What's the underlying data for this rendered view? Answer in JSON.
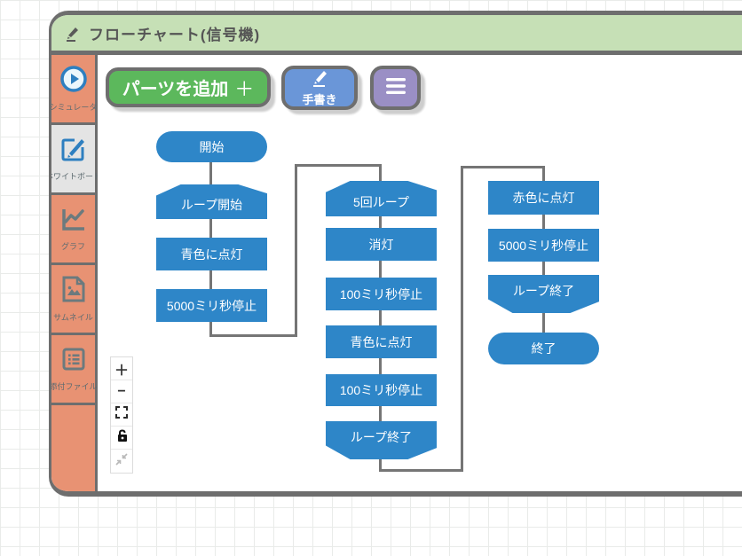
{
  "window": {
    "title": "フローチャート(信号機)",
    "title_edit_icon": "pencil-edit-icon"
  },
  "sidebar": {
    "items": [
      {
        "label": "シミュレータ",
        "icon": "play-circle-icon",
        "active": false
      },
      {
        "label": "ホワイトボード",
        "icon": "whiteboard-edit-icon",
        "active": true
      },
      {
        "label": "グラフ",
        "icon": "line-chart-icon",
        "active": false
      },
      {
        "label": "サムネイル",
        "icon": "thumbnail-image-icon",
        "active": false
      },
      {
        "label": "添付ファイル",
        "icon": "attachment-list-icon",
        "active": false
      }
    ]
  },
  "toolbar": {
    "add_parts": {
      "label": "パーツを追加",
      "plus": "＋"
    },
    "handwriting": {
      "label": "手書き",
      "icon": "pencil-icon"
    },
    "menu": {
      "icon": "hamburger-menu-icon"
    }
  },
  "zoom_controls": {
    "items": [
      {
        "name": "zoom-in",
        "glyph": "＋"
      },
      {
        "name": "zoom-out",
        "glyph": "−"
      },
      {
        "name": "fit-screen",
        "glyph": ""
      },
      {
        "name": "lock",
        "glyph": ""
      },
      {
        "name": "collapse",
        "glyph": ""
      }
    ]
  },
  "flowchart": {
    "nodes": [
      {
        "label": "開始",
        "type": "start"
      },
      {
        "label": "ループ開始",
        "type": "loop-start"
      },
      {
        "label": "青色に点灯",
        "type": "process"
      },
      {
        "label": "5000ミリ秒停止",
        "type": "process"
      },
      {
        "label": "5回ループ",
        "type": "loop-start"
      },
      {
        "label": "消灯",
        "type": "process"
      },
      {
        "label": "100ミリ秒停止",
        "type": "process"
      },
      {
        "label": "青色に点灯",
        "type": "process"
      },
      {
        "label": "100ミリ秒停止",
        "type": "process"
      },
      {
        "label": "ループ終了",
        "type": "loop-end"
      },
      {
        "label": "赤色に点灯",
        "type": "process"
      },
      {
        "label": "5000ミリ秒停止",
        "type": "process"
      },
      {
        "label": "ループ終了",
        "type": "loop-end"
      },
      {
        "label": "終了",
        "type": "end"
      }
    ]
  },
  "colors": {
    "node_blue": "#2e86c8",
    "header_green": "#c6e0b6",
    "sidebar_orange": "#e89273",
    "border_gray": "#6e6e6e",
    "connector_gray": "#757575",
    "button_green": "#5cb85c",
    "button_blue": "#6a96d8",
    "button_purple": "#9a8fc5",
    "sidebar_icon_blue": "#2e7fc0",
    "sidebar_icon_gray": "#6b7a7e"
  }
}
